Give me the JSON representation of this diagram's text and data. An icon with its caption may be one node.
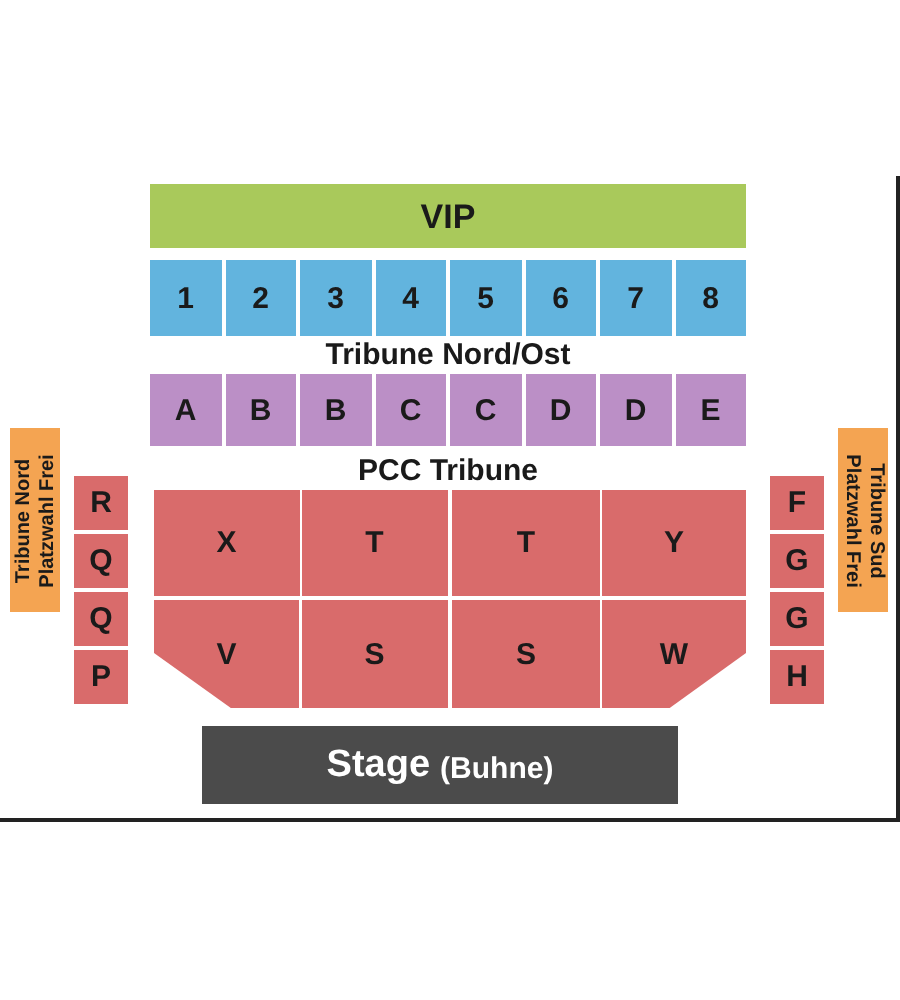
{
  "diagram": {
    "nodes": [
      {
        "text": [
          "VIP"
        ]
      },
      {
        "text": [
          "1"
        ]
      },
      {
        "text": [
          "2"
        ]
      },
      {
        "text": [
          "3"
        ]
      },
      {
        "text": [
          "4"
        ]
      },
      {
        "text": [
          "5"
        ]
      },
      {
        "text": [
          "6"
        ]
      },
      {
        "text": [
          "7"
        ]
      },
      {
        "text": [
          "8"
        ]
      },
      {
        "text": [
          "A"
        ]
      },
      {
        "text": [
          "B"
        ]
      },
      {
        "text": [
          "B"
        ]
      },
      {
        "text": [
          "C"
        ]
      },
      {
        "text": [
          "C"
        ]
      },
      {
        "text": [
          "D"
        ]
      },
      {
        "text": [
          "D"
        ]
      },
      {
        "text": [
          "E"
        ]
      },
      {
        "text": [
          "Tribune Nord Platzwahl Frei"
        ]
      },
      {
        "text": [
          "Tribune Sud Platzwahl Frei"
        ]
      },
      {
        "text": [
          "R"
        ]
      },
      {
        "text": [
          "Q"
        ]
      },
      {
        "text": [
          "Q"
        ]
      },
      {
        "text": [
          "P"
        ]
      },
      {
        "text": [
          "F"
        ]
      },
      {
        "text": [
          "G"
        ]
      },
      {
        "text": [
          "G"
        ]
      },
      {
        "text": [
          "H"
        ]
      },
      {
        "text": [
          "X"
        ]
      },
      {
        "text": [
          "T"
        ]
      },
      {
        "text": [
          "T"
        ]
      },
      {
        "text": [
          "Y"
        ]
      },
      {
        "text": [
          "V"
        ]
      },
      {
        "text": [
          "S"
        ]
      },
      {
        "text": [
          "S"
        ]
      },
      {
        "text": [
          "W"
        ]
      },
      {
        "text": [
          "Stage",
          "(Buhne)"
        ]
      }
    ],
    "labels": [
      "Tribune Nord/Ost",
      "PCC Tribune"
    ]
  }
}
